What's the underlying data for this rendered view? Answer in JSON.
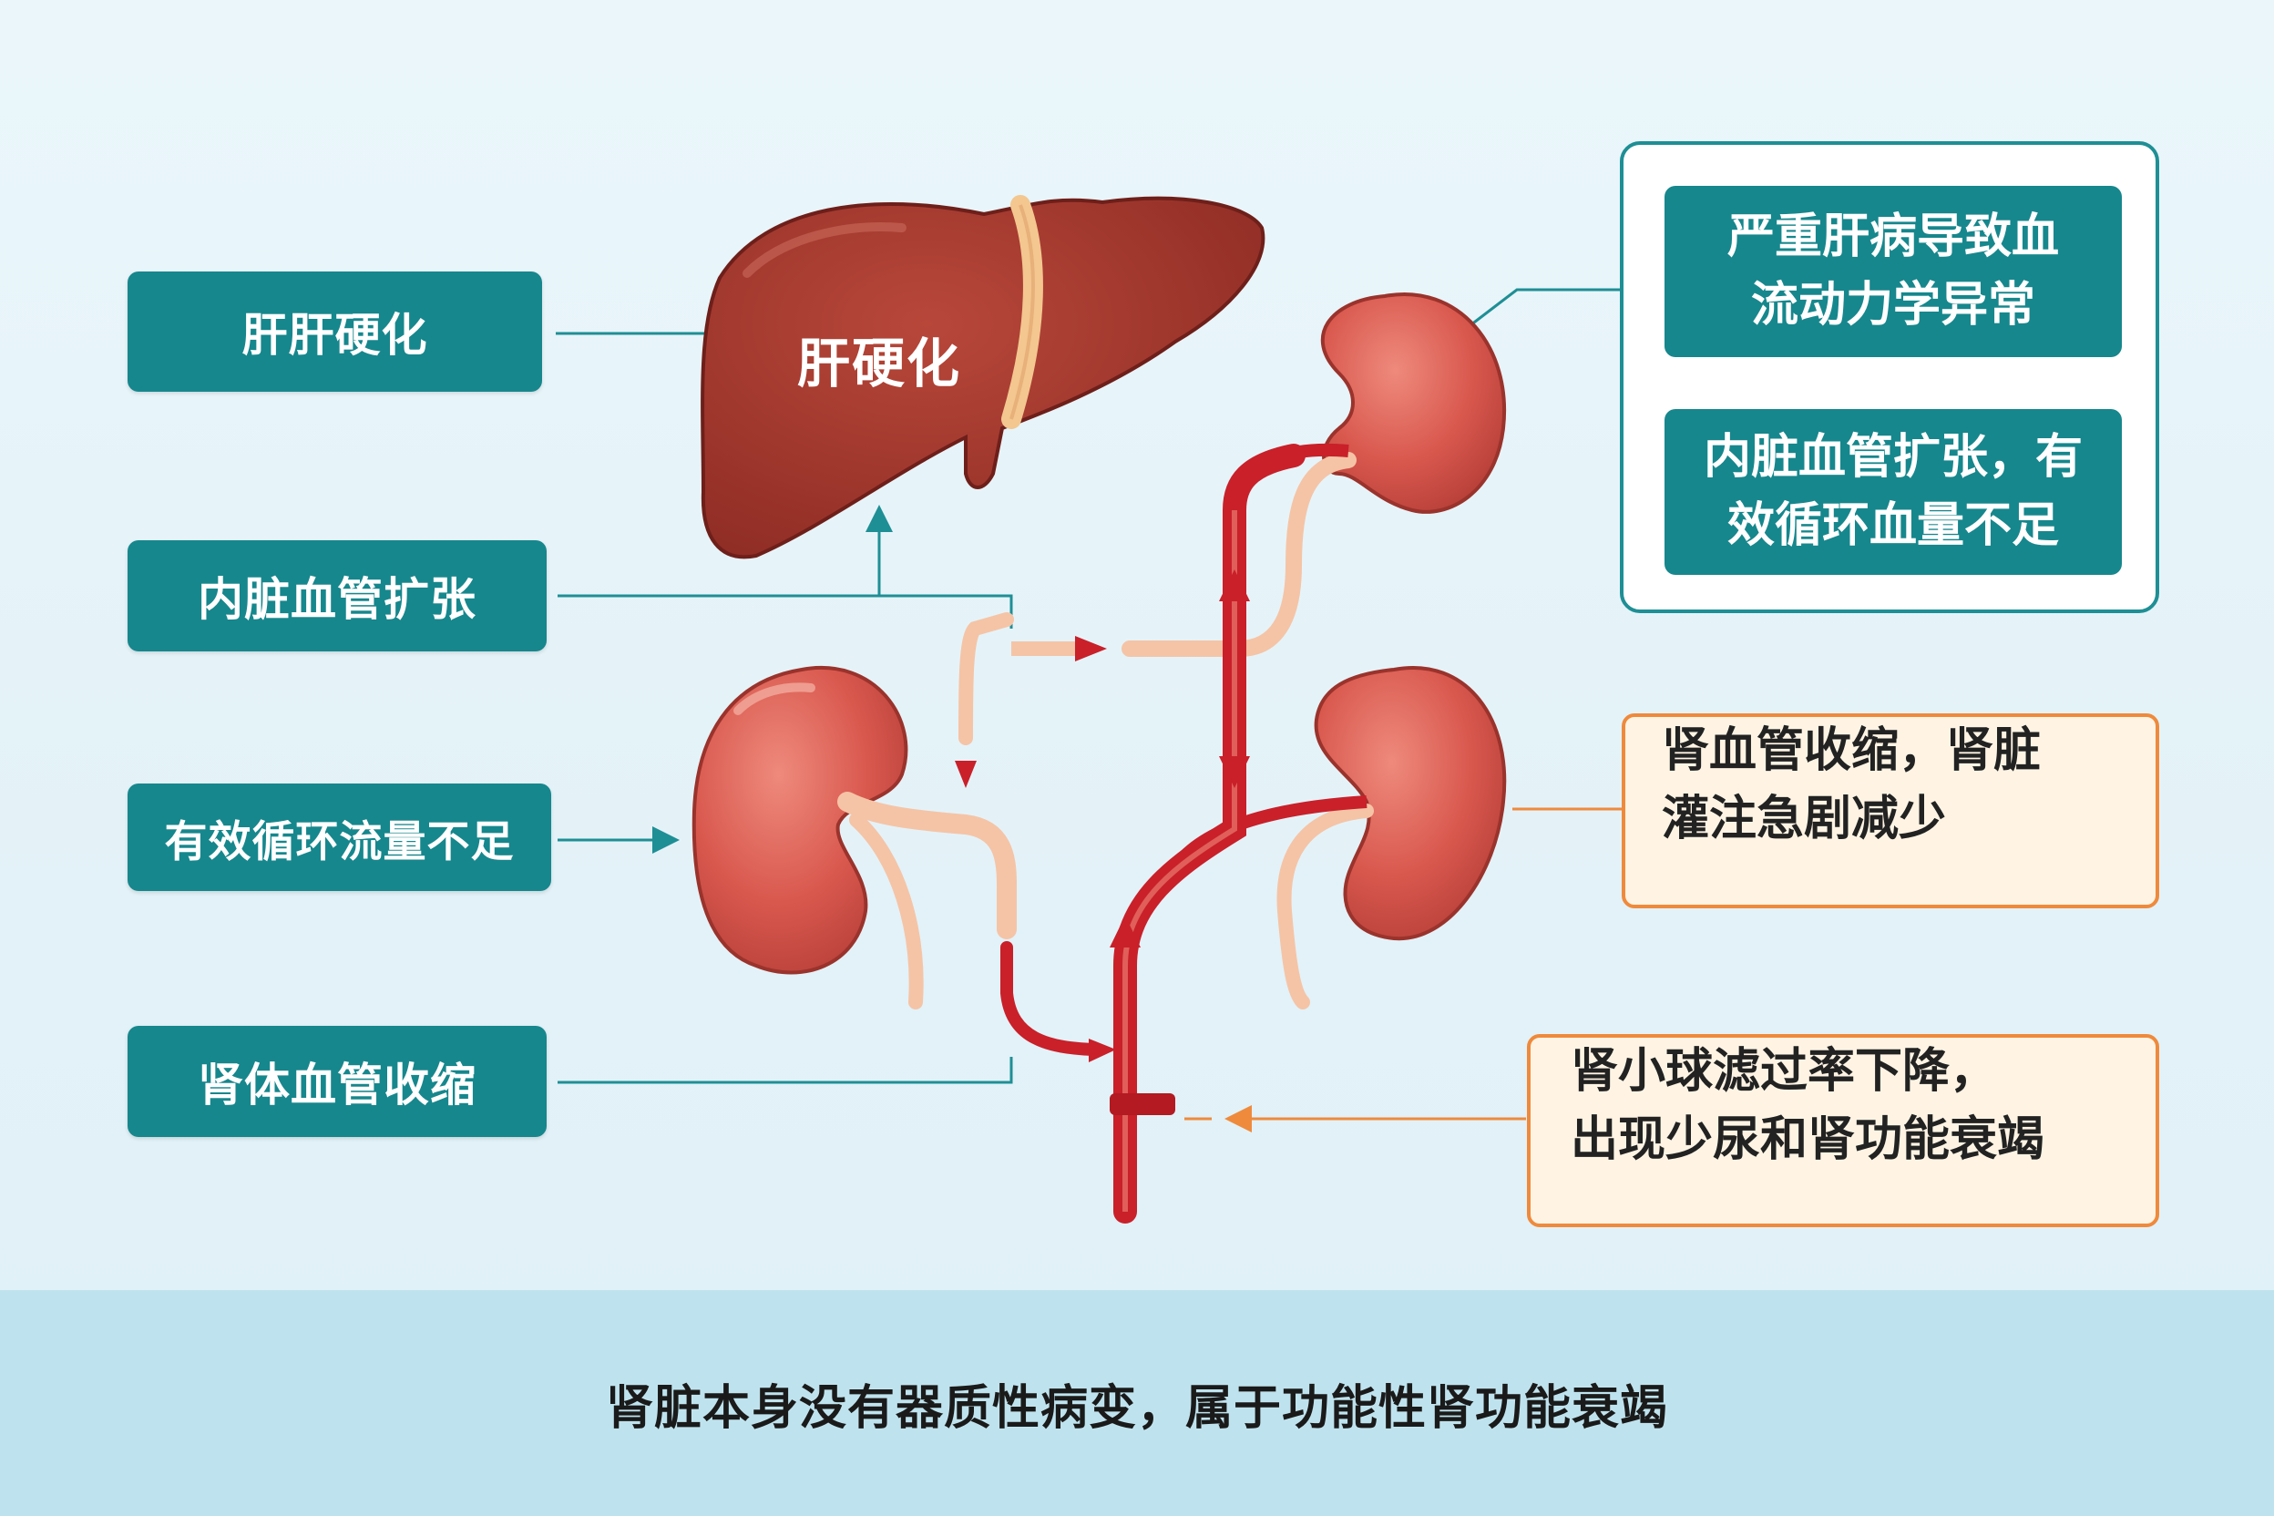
{
  "left_labels": [
    {
      "text": "肝肝硬化"
    },
    {
      "text": "内脏血管扩张"
    },
    {
      "text": "有效循环流量不足"
    },
    {
      "text": "肾体血管收缩"
    }
  ],
  "liver": {
    "label": "肝硬化"
  },
  "right_top_panel": {
    "items": [
      {
        "line1": "严重肝病导致血",
        "line2": "流动力学异常"
      },
      {
        "line1": "内脏血管扩张，有",
        "line2": "效循环血量不足"
      }
    ]
  },
  "right_mid_box": {
    "line1": "肾血管收缩，肾脏",
    "line2": "灌注急剧减少"
  },
  "right_bottom_box": {
    "line1": "肾小球滤过率下降，",
    "line2": "出现少尿和肾功能衰竭"
  },
  "footer": {
    "text": "肾脏本身没有器质性病变，属于功能性肾功能衰竭"
  },
  "colors": {
    "teal": "#16878d",
    "liver": "#a63a2e",
    "kidney": "#d9584e",
    "artery": "#c9202a",
    "vein_light": "#f5c4a6",
    "orange": "#ef8a3c",
    "footer_band": "#bfe3ee"
  }
}
